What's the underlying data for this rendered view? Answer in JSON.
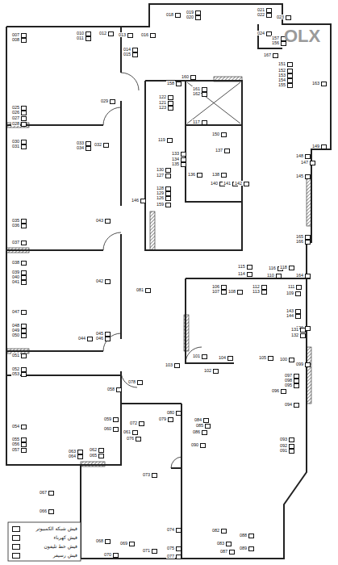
{
  "diagram": {
    "labels": [
      "007",
      "008",
      "010",
      "011",
      "012",
      "013",
      "014",
      "015",
      "016",
      "018",
      "019",
      "020",
      "021",
      "022",
      "023",
      "024",
      "025",
      "026",
      "027",
      "028",
      "029",
      "030",
      "031",
      "032",
      "033",
      "034",
      "035",
      "036",
      "037",
      "038",
      "039",
      "040",
      "041",
      "042",
      "043",
      "044",
      "045",
      "046",
      "047",
      "048",
      "049",
      "050",
      "051",
      "052",
      "053",
      "054",
      "055",
      "056",
      "057",
      "058",
      "059",
      "060",
      "061",
      "062",
      "063",
      "064",
      "065",
      "066",
      "067",
      "068",
      "069",
      "070",
      "071",
      "072",
      "073",
      "074",
      "075",
      "076",
      "077",
      "078",
      "079",
      "080",
      "081",
      "082",
      "083",
      "084",
      "085",
      "086",
      "087",
      "088",
      "089",
      "090",
      "091",
      "092",
      "093",
      "094",
      "095",
      "096",
      "097",
      "098",
      "099",
      "100",
      "101",
      "102",
      "103",
      "104",
      "105",
      "106",
      "107",
      "108",
      "109",
      "110",
      "111",
      "112",
      "113",
      "114",
      "115",
      "116",
      "118",
      "120",
      "121",
      "122",
      "123",
      "117",
      "150",
      "137",
      "119",
      "130",
      "127",
      "128",
      "129",
      "126",
      "159",
      "146",
      "133",
      "134",
      "135",
      "136",
      "138",
      "140",
      "141",
      "142",
      "143",
      "144",
      "131",
      "132",
      "145",
      "147",
      "148",
      "149",
      "151",
      "152",
      "153",
      "154",
      "155",
      "156",
      "157",
      "158",
      "160",
      "161",
      "162",
      "163",
      "164",
      "165",
      "166",
      "167",
      "OLX"
    ],
    "legend": [
      {
        "text": "فيش شبكة الكمبيوتر"
      },
      {
        "text": "فيش كهرباء"
      },
      {
        "text": "فيش خط تليفون"
      },
      {
        "text": "فيش رسيفر"
      }
    ]
  }
}
